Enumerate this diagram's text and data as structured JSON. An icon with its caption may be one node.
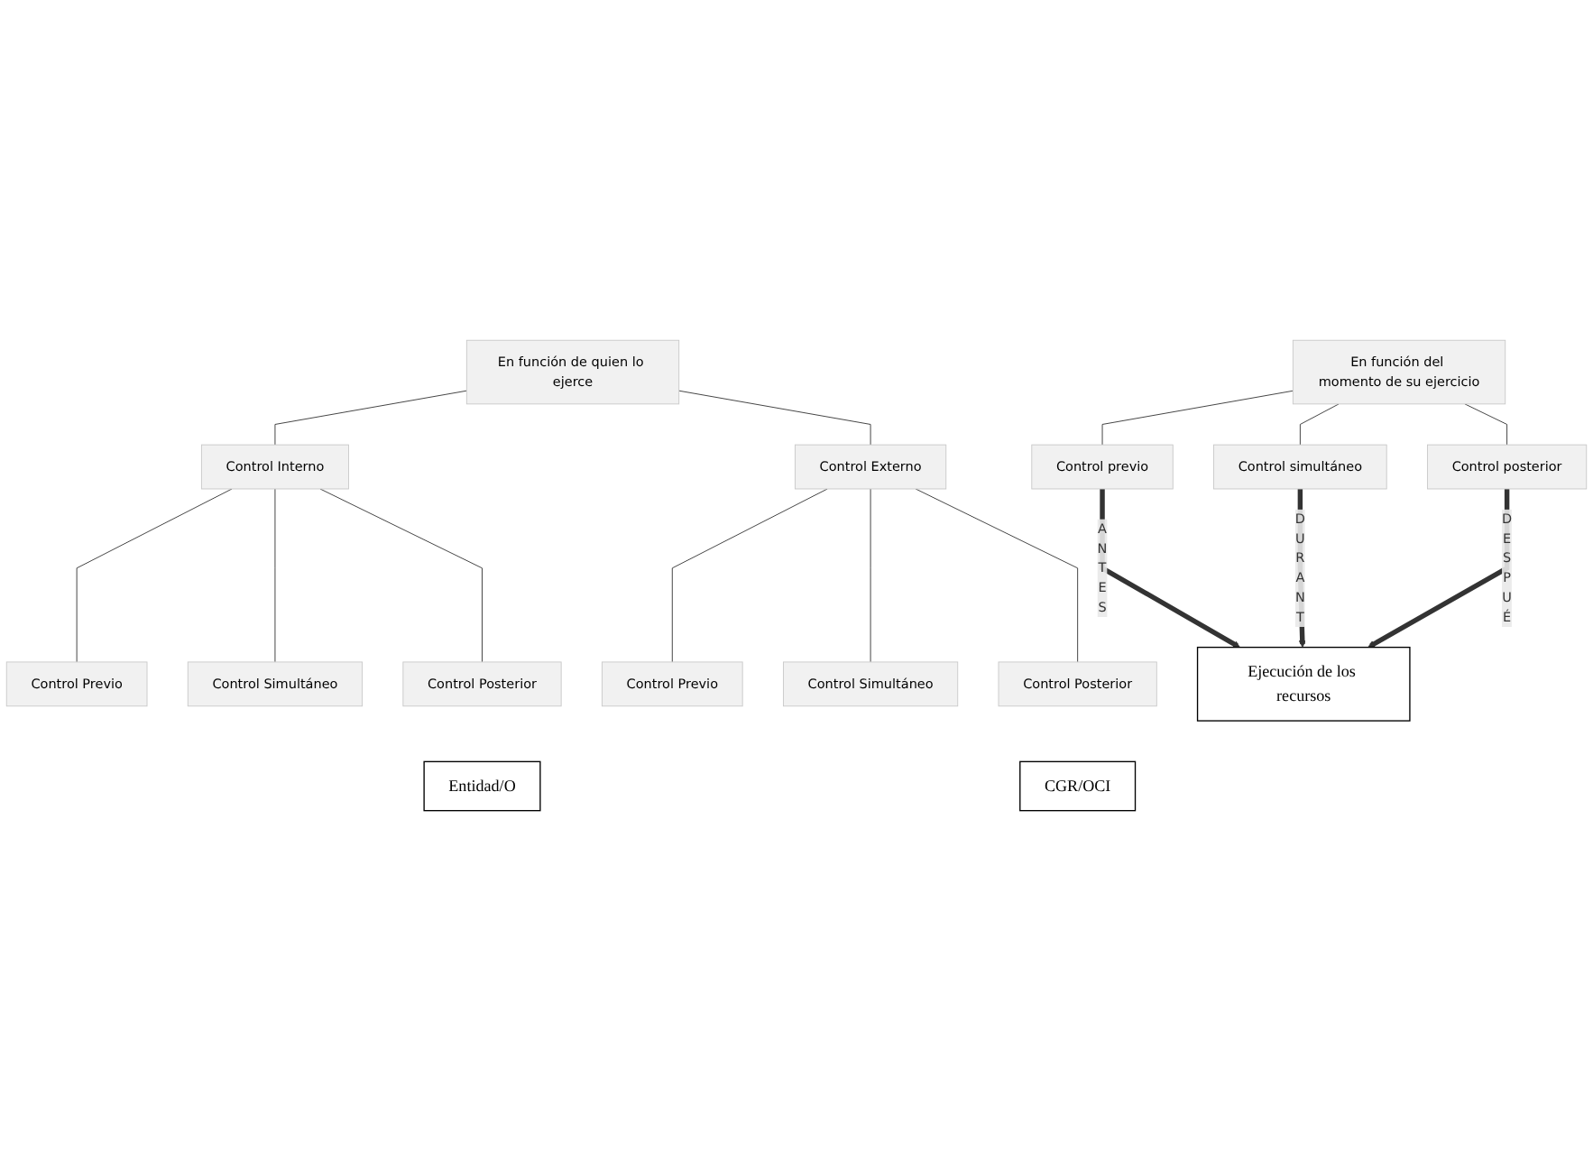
{
  "diagram": {
    "nodes": [
      {
        "text": [
          "En función de quien lo ejerce"
        ]
      },
      {
        "text": [
          "Control Interno"
        ]
      },
      {
        "text": [
          "Control Externo"
        ]
      },
      {
        "text": [
          "Control Previo"
        ]
      },
      {
        "text": [
          "Control Simultáneo"
        ]
      },
      {
        "text": [
          "Control Posterior"
        ]
      },
      {
        "text": [
          "Control Previo"
        ]
      },
      {
        "text": [
          "Control Simultáneo"
        ]
      },
      {
        "text": [
          "Control Posterior"
        ]
      },
      {
        "text": [
          "En función del momento de su ejercicio"
        ]
      },
      {
        "text": [
          "Control previo"
        ]
      },
      {
        "text": [
          "Control simultáneo"
        ]
      },
      {
        "text": [
          "Control posterior"
        ]
      },
      {
        "text": [
          "Entidad/O"
        ]
      },
      {
        "text": [
          "CGR/OCI"
        ]
      },
      {
        "text": [
          "Ejecución de los recursos"
        ]
      }
    ],
    "edges": [
      {
        "from": 0,
        "to": 1,
        "arrow": "none"
      },
      {
        "from": 0,
        "to": 2,
        "arrow": "none"
      },
      {
        "from": 1,
        "to": 3,
        "arrow": "none"
      },
      {
        "from": 1,
        "to": 4,
        "arrow": "none"
      },
      {
        "from": 1,
        "to": 5,
        "arrow": "none"
      },
      {
        "from": 2,
        "to": 6,
        "arrow": "none"
      },
      {
        "from": 2,
        "to": 7,
        "arrow": "none"
      },
      {
        "from": 2,
        "to": 8,
        "arrow": "none"
      },
      {
        "from": 9,
        "to": 10,
        "arrow": "none"
      },
      {
        "from": 9,
        "to": 11,
        "arrow": "none"
      },
      {
        "from": 9,
        "to": 12,
        "arrow": "none"
      },
      {
        "from": 10,
        "to": 15,
        "arrow": "to",
        "label": "A N T E S",
        "style": "thick"
      },
      {
        "from": 11,
        "to": 15,
        "arrow": "to",
        "label": "D U R A N T",
        "style": "thick"
      },
      {
        "from": 12,
        "to": 15,
        "arrow": "to",
        "label": "D E S P U É",
        "style": "thick"
      }
    ]
  }
}
